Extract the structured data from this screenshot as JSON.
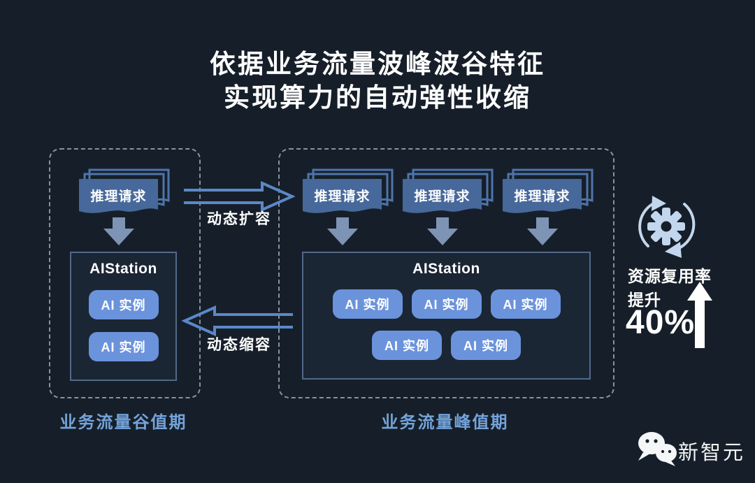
{
  "title": {
    "line1": "依据业务流量波峰波谷特征",
    "line2": "实现算力的自动弹性收缩"
  },
  "valley_panel": {
    "request_card": "推理请求",
    "aistation_title": "AIStation",
    "instances": [
      "AI 实例",
      "AI 实例"
    ],
    "caption": "业务流量谷值期"
  },
  "transitions": {
    "expand": "动态扩容",
    "shrink": "动态缩容"
  },
  "peak_panel": {
    "request_cards": [
      "推理请求",
      "推理请求",
      "推理请求"
    ],
    "aistation_title": "AIStation",
    "instances_row1": [
      "AI 实例",
      "AI 实例",
      "AI 实例"
    ],
    "instances_row2": [
      "AI 实例",
      "AI 实例"
    ],
    "caption": "业务流量峰值期"
  },
  "benefit": {
    "metric_line1": "资源复用率",
    "metric_line2": "提升",
    "value": "40%"
  },
  "footer": {
    "brand": "新智元"
  },
  "colors": {
    "background": "#161F29",
    "request_card_blue": "#47689B",
    "instance_blue": "#6B93DC",
    "arrow_outline_blue": "#5C87C9",
    "block_arrow_gray_blue": "#7E94B5",
    "caption_blue": "#74A3DA",
    "icon_light_blue": "#C2D7EE",
    "text_white": "#FFFFFF"
  }
}
